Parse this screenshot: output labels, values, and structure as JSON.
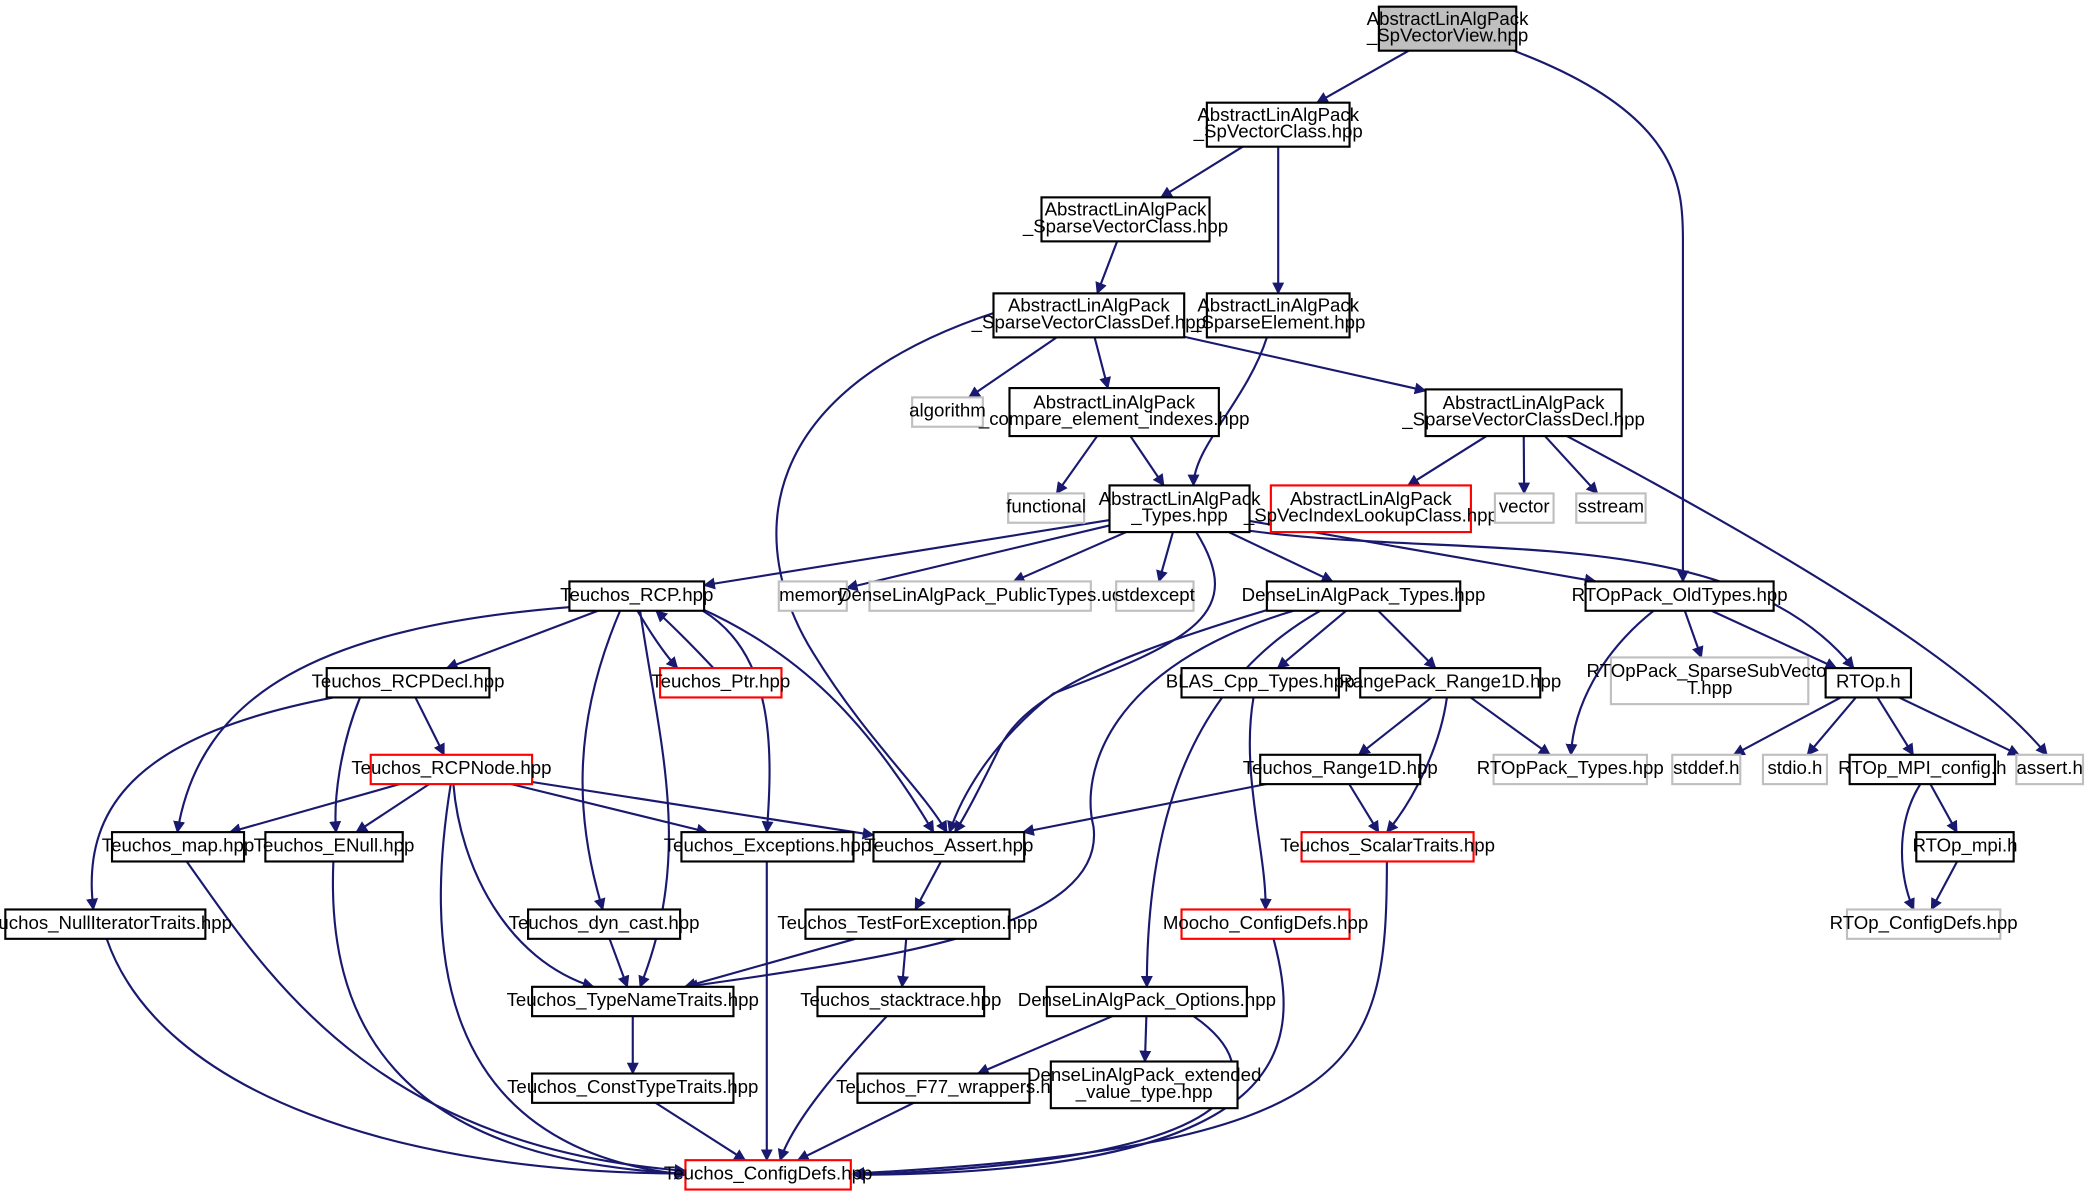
{
  "colors": {
    "edge": "#191970",
    "border_normal": "#000000",
    "border_missing": "#bfbfbf",
    "border_truncated": "#ff0000",
    "fill_root": "#bfbfbf",
    "fill_default": "#ffffff"
  },
  "nodes": [
    {
      "id": "root",
      "lines": [
        "AbstractLinAlgPack",
        "_SpVectorView.hpp"
      ],
      "style": "root"
    },
    {
      "id": "spvc",
      "lines": [
        "AbstractLinAlgPack",
        "_SpVectorClass.hpp"
      ],
      "style": "normal"
    },
    {
      "id": "svc",
      "lines": [
        "AbstractLinAlgPack",
        "_SparseVectorClass.hpp"
      ],
      "style": "normal"
    },
    {
      "id": "svcdef",
      "lines": [
        "AbstractLinAlgPack",
        "_SparseVectorClassDef.hpp"
      ],
      "style": "normal"
    },
    {
      "id": "se",
      "lines": [
        "AbstractLinAlgPack",
        "_SparseElement.hpp"
      ],
      "style": "normal"
    },
    {
      "id": "algorithm",
      "lines": [
        "algorithm"
      ],
      "style": "missing"
    },
    {
      "id": "cei",
      "lines": [
        "AbstractLinAlgPack",
        "_compare_element_indexes.hpp"
      ],
      "style": "normal"
    },
    {
      "id": "svcdecl",
      "lines": [
        "AbstractLinAlgPack",
        "_SparseVectorClassDecl.hpp"
      ],
      "style": "normal"
    },
    {
      "id": "functional",
      "lines": [
        "functional"
      ],
      "style": "missing"
    },
    {
      "id": "types",
      "lines": [
        "AbstractLinAlgPack",
        "_Types.hpp"
      ],
      "style": "normal"
    },
    {
      "id": "spvil",
      "lines": [
        "AbstractLinAlgPack",
        "_SpVecIndexLookupClass.hpp"
      ],
      "style": "truncated"
    },
    {
      "id": "vector",
      "lines": [
        "vector"
      ],
      "style": "missing"
    },
    {
      "id": "sstream",
      "lines": [
        "sstream"
      ],
      "style": "missing"
    },
    {
      "id": "rcp",
      "lines": [
        "Teuchos_RCP.hpp"
      ],
      "style": "normal"
    },
    {
      "id": "memory",
      "lines": [
        "memory"
      ],
      "style": "missing"
    },
    {
      "id": "dlapt",
      "lines": [
        "DenseLinAlgPack_PublicTypes.ud"
      ],
      "style": "missing"
    },
    {
      "id": "stdexcept",
      "lines": [
        "stdexcept"
      ],
      "style": "missing"
    },
    {
      "id": "dlatypes",
      "lines": [
        "DenseLinAlgPack_Types.hpp"
      ],
      "style": "normal"
    },
    {
      "id": "rtopold",
      "lines": [
        "RTOpPack_OldTypes.hpp"
      ],
      "style": "normal"
    },
    {
      "id": "rcpdecl",
      "lines": [
        "Teuchos_RCPDecl.hpp"
      ],
      "style": "normal"
    },
    {
      "id": "ptr",
      "lines": [
        "Teuchos_Ptr.hpp"
      ],
      "style": "truncated"
    },
    {
      "id": "blas",
      "lines": [
        "BLAS_Cpp_Types.hpp"
      ],
      "style": "normal"
    },
    {
      "id": "range1d",
      "lines": [
        "RangePack_Range1D.hpp"
      ],
      "style": "normal"
    },
    {
      "id": "rtopssv",
      "lines": [
        "RTOpPack_SparseSubVector",
        "T.hpp"
      ],
      "style": "missing"
    },
    {
      "id": "rtoph",
      "lines": [
        "RTOp.h"
      ],
      "style": "normal"
    },
    {
      "id": "rcpnode",
      "lines": [
        "Teuchos_RCPNode.hpp"
      ],
      "style": "truncated"
    },
    {
      "id": "trange1d",
      "lines": [
        "Teuchos_Range1D.hpp"
      ],
      "style": "normal"
    },
    {
      "id": "rtoptypes",
      "lines": [
        "RTOpPack_Types.hpp"
      ],
      "style": "missing"
    },
    {
      "id": "stddef",
      "lines": [
        "stddef.h"
      ],
      "style": "missing"
    },
    {
      "id": "stdio",
      "lines": [
        "stdio.h"
      ],
      "style": "missing"
    },
    {
      "id": "mpiconfig",
      "lines": [
        "RTOp_MPI_config.h"
      ],
      "style": "normal"
    },
    {
      "id": "asserth",
      "lines": [
        "assert.h"
      ],
      "style": "missing"
    },
    {
      "id": "map",
      "lines": [
        "Teuchos_map.hpp"
      ],
      "style": "normal"
    },
    {
      "id": "enull",
      "lines": [
        "Teuchos_ENull.hpp"
      ],
      "style": "normal"
    },
    {
      "id": "exceptions",
      "lines": [
        "Teuchos_Exceptions.hpp"
      ],
      "style": "normal"
    },
    {
      "id": "tassert",
      "lines": [
        "Teuchos_Assert.hpp"
      ],
      "style": "normal"
    },
    {
      "id": "scalartraits",
      "lines": [
        "Teuchos_ScalarTraits.hpp"
      ],
      "style": "truncated"
    },
    {
      "id": "rtopmpi",
      "lines": [
        "RTOp_mpi.h"
      ],
      "style": "normal"
    },
    {
      "id": "nullit",
      "lines": [
        "Teuchos_NullIteratorTraits.hpp"
      ],
      "style": "normal"
    },
    {
      "id": "dyncast",
      "lines": [
        "Teuchos_dyn_cast.hpp"
      ],
      "style": "normal"
    },
    {
      "id": "tfe",
      "lines": [
        "Teuchos_TestForException.hpp"
      ],
      "style": "normal"
    },
    {
      "id": "moocho",
      "lines": [
        "Moocho_ConfigDefs.hpp"
      ],
      "style": "truncated"
    },
    {
      "id": "rtopcfg",
      "lines": [
        "RTOp_ConfigDefs.hpp"
      ],
      "style": "missing"
    },
    {
      "id": "tnt",
      "lines": [
        "Teuchos_TypeNameTraits.hpp"
      ],
      "style": "normal"
    },
    {
      "id": "stacktrace",
      "lines": [
        "Teuchos_stacktrace.hpp"
      ],
      "style": "normal"
    },
    {
      "id": "dlaopt",
      "lines": [
        "DenseLinAlgPack_Options.hpp"
      ],
      "style": "normal"
    },
    {
      "id": "ctt",
      "lines": [
        "Teuchos_ConstTypeTraits.hpp"
      ],
      "style": "normal"
    },
    {
      "id": "f77",
      "lines": [
        "Teuchos_F77_wrappers.h"
      ],
      "style": "normal"
    },
    {
      "id": "dlaext",
      "lines": [
        "DenseLinAlgPack_extended",
        "_value_type.hpp"
      ],
      "style": "normal"
    },
    {
      "id": "configdefs",
      "lines": [
        "Teuchos_ConfigDefs.hpp"
      ],
      "style": "truncated"
    }
  ]
}
